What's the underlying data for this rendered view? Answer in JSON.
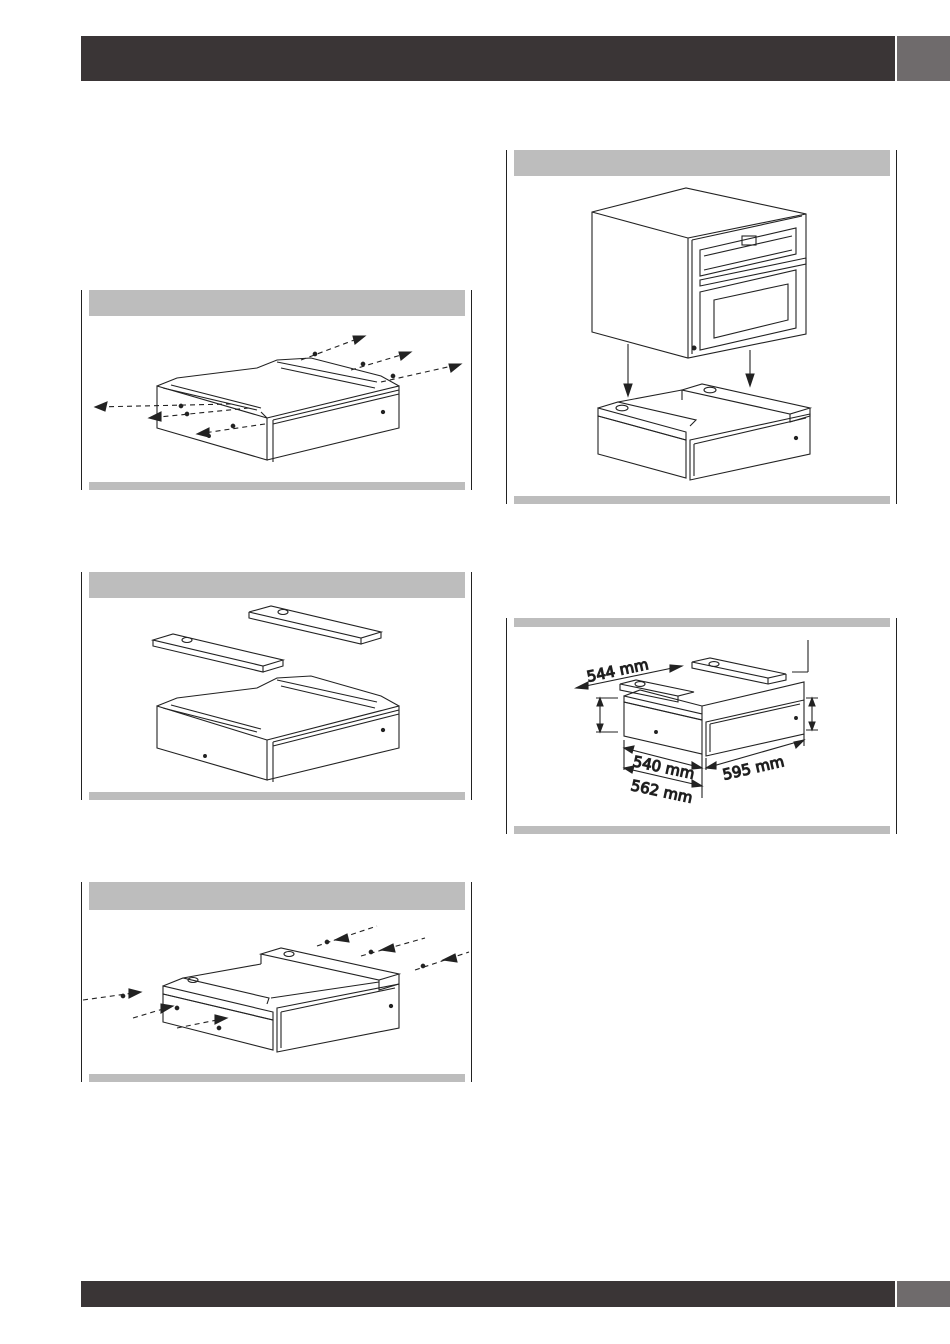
{
  "header": {},
  "footer": {},
  "figures": [
    {
      "id": "fig-remove-screws",
      "caption": ""
    },
    {
      "id": "fig-brackets-exploded",
      "caption": ""
    },
    {
      "id": "fig-fit-brackets",
      "caption": ""
    },
    {
      "id": "fig-oven-on-drawer",
      "caption": ""
    },
    {
      "id": "fig-dimensions",
      "caption": ""
    }
  ],
  "dimensions": {
    "depth_top": "544 mm",
    "depth_inner": "540 mm",
    "depth_outer": "562 mm",
    "width": "595 mm"
  },
  "colors": {
    "bar": "#3a3536",
    "bar_tab": "#6f6b6c",
    "panel_band": "#bdbdbd",
    "line": "#222222"
  }
}
